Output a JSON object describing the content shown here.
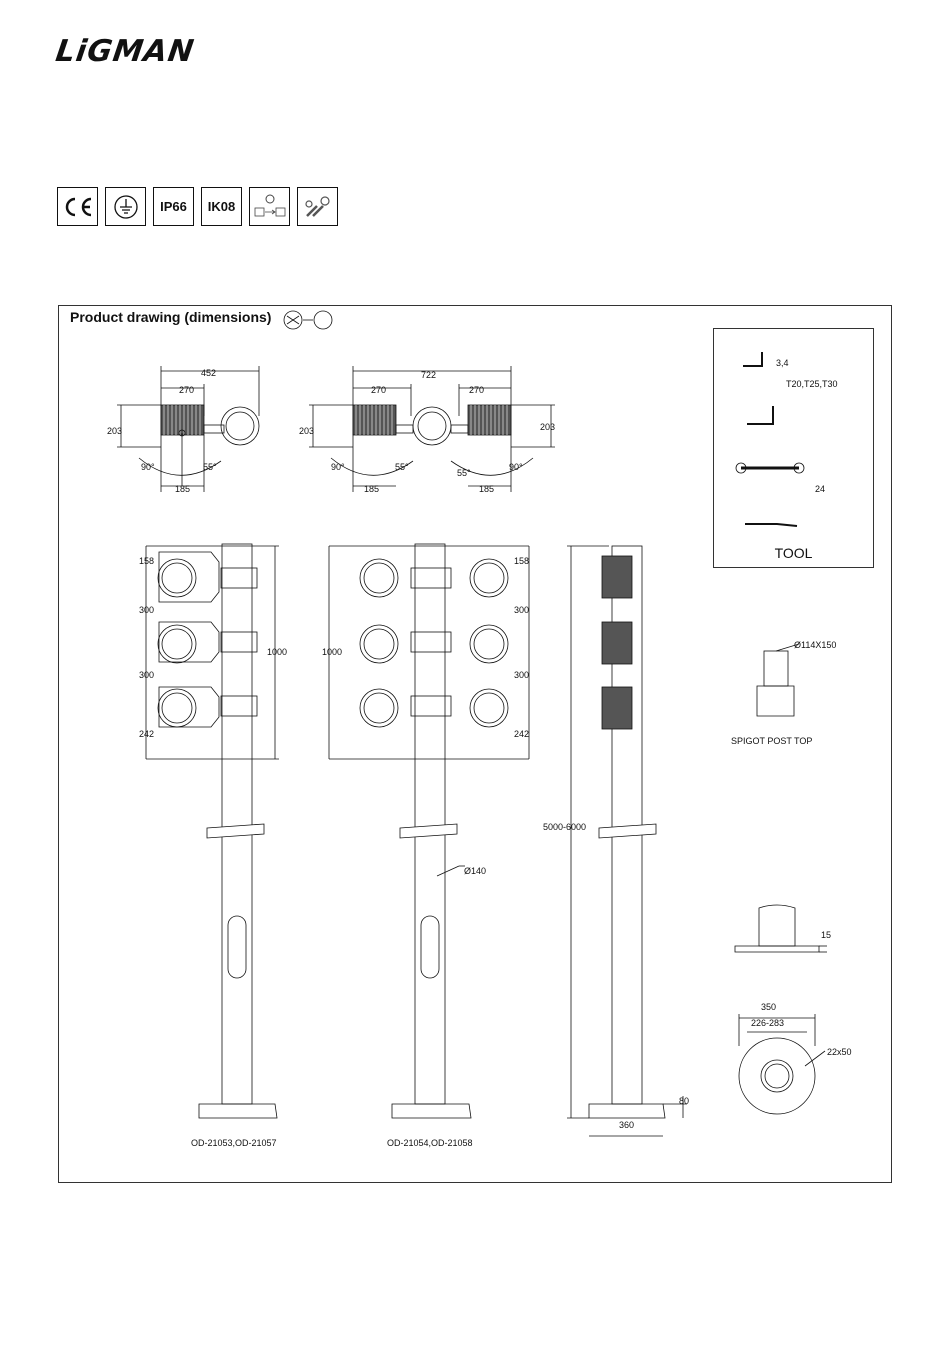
{
  "brand": {
    "logo_text": "LiGMAN"
  },
  "certifications": [
    {
      "label": "CE",
      "icon": "ce-mark-icon"
    },
    {
      "label": "",
      "icon": "earth-ground-icon"
    },
    {
      "label": "IP66",
      "icon": "ip-rating"
    },
    {
      "label": "IK08",
      "icon": "ik-rating"
    },
    {
      "label": "",
      "icon": "mounting-adjust-icon"
    },
    {
      "label": "",
      "icon": "tool-free-icon"
    }
  ],
  "panel": {
    "title": "Product drawing (dimensions)",
    "tool_label": "TOOL"
  },
  "dimensions": {
    "top_left": {
      "width": "452",
      "half": "270",
      "height": "203",
      "angle_a": "90°",
      "angle_b": "55°",
      "offset": "185"
    },
    "top_right": {
      "width": "722",
      "half_left": "270",
      "half_right": "270",
      "height_left": "203",
      "height_right": "203",
      "angle_a": "90°",
      "angle_b": "55°",
      "angle_c": "55°",
      "angle_d": "90°",
      "offset_left": "185",
      "offset_right": "185"
    },
    "pole_left": {
      "d1": "158",
      "d2": "300",
      "d3": "300",
      "d4": "242",
      "total": "1000"
    },
    "pole_mid": {
      "d1": "158",
      "d2": "300",
      "d3": "300",
      "d4": "242",
      "total": "1000",
      "diameter": "Ø140"
    },
    "pole_side": {
      "height": "5000-6000",
      "base_h": "80",
      "base_w": "360"
    },
    "tools": {
      "hex": "3,4",
      "torx": "T20,T25,T30",
      "wrench": "24"
    },
    "spigot": {
      "size": "Ø114X150",
      "label": "SPIGOT POST TOP"
    },
    "base": {
      "plate": "15",
      "outer": "350",
      "bolt_circle": "226-283",
      "slot": "22x50"
    }
  },
  "models": {
    "left": "OD-21053,OD-21057",
    "mid": "OD-21054,OD-21058"
  }
}
